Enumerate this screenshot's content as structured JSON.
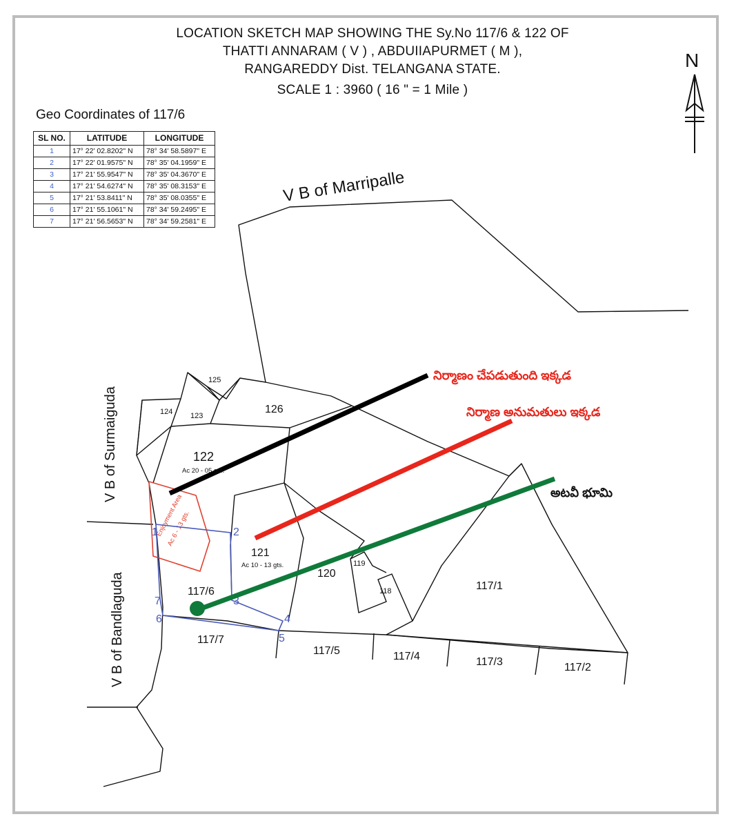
{
  "title": {
    "line1": "LOCATION SKETCH MAP SHOWING THE  Sy.No 117/6 & 122 OF",
    "line2": "THATTI ANNARAM ( V ) , ABDUIIAPURMET ( M ),",
    "line3": "RANGAREDDY Dist. TELANGANA STATE.",
    "line4": "SCALE  1 : 3960 ( 16 \" = 1 Mile )"
  },
  "north_label": "N",
  "geo_table": {
    "title": "Geo Coordinates of 117/6",
    "headers": [
      "SL NO.",
      "LATITUDE",
      "LONGITUDE"
    ],
    "rows": [
      {
        "sl": "1",
        "lat": "17° 22' 02.8202\" N",
        "lon": "78° 34' 58.5897\" E"
      },
      {
        "sl": "2",
        "lat": "17° 22' 01.9575\" N",
        "lon": "78° 35' 04.1959\" E"
      },
      {
        "sl": "3",
        "lat": "17° 21' 55.9547\" N",
        "lon": "78° 35' 04.3670\" E"
      },
      {
        "sl": "4",
        "lat": "17° 21' 54.6274\" N",
        "lon": "78° 35' 08.3153\" E"
      },
      {
        "sl": "5",
        "lat": "17° 21' 53.8411\" N",
        "lon": "78° 35' 08.0355\" E"
      },
      {
        "sl": "6",
        "lat": "17° 21' 55.1061\" N",
        "lon": "78° 34' 59.2495\" E"
      },
      {
        "sl": "7",
        "lat": "17° 21' 56.5653\" N",
        "lon": "78° 34' 59.2581\" E"
      }
    ]
  },
  "village_boundaries": {
    "marripalle": "V B of Marripalle",
    "surmaiguda": "V B of Surmaiguda",
    "bandlaguda": "V B of Bandlaguda"
  },
  "survey_numbers": {
    "s125": "125",
    "s124": "124",
    "s123": "123",
    "s126": "126",
    "s122": "122",
    "s122_area": "Ac 20 - 05 gts.",
    "s121": "121",
    "s121_area": "Ac 10 - 13 gts.",
    "s120": "120",
    "s119": "119",
    "s118": "118",
    "s117_1": "117/1",
    "s117_6": "117/6",
    "s117_7": "117/7",
    "s117_5": "117/5",
    "s117_4": "117/4",
    "s117_3": "117/3",
    "s117_2": "117/2"
  },
  "enjoyment": {
    "label": "Enjoyment Area",
    "area": "Ac 6 - 13 gts."
  },
  "vertex_labels": [
    "1",
    "2",
    "3",
    "4",
    "5",
    "6",
    "7"
  ],
  "annotations": {
    "black_line": "నిర్మాణం చేపడుతుంది ఇక్కడ",
    "red_line": "నిర్మాణ అనుమతులు ఇక్కడ",
    "green_line": "అటవీ భూమి"
  },
  "colors": {
    "boundary": "#111111",
    "plot_117_6": "#4a5ab8",
    "enjoyment_area": "#e0402f",
    "annotation_red": "#e8261c",
    "annotation_black": "#000000",
    "annotation_green": "#0f7a3a",
    "frame": "#bdbdbd"
  }
}
